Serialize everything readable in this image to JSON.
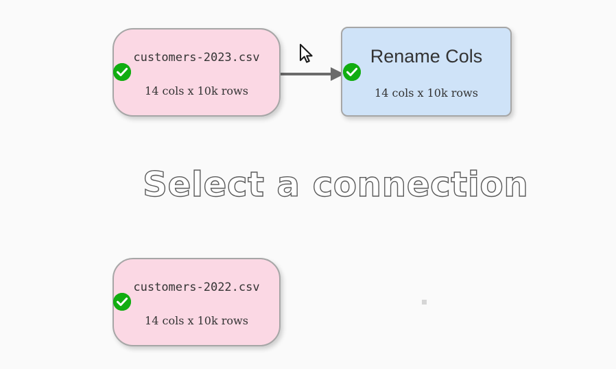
{
  "canvas": {
    "background_color": "#fafafa",
    "hint_text": "Select a connection",
    "hint_stroke_color": "#5a5a5a",
    "hint_fill_color": "#ffffff",
    "marker_color": "#d6d6d6",
    "cursor_name": "arrow-pointer"
  },
  "style": {
    "dataset_fill": "#fbd8e4",
    "transform_fill": "#cfe3f8",
    "node_border": "#a6a6a6",
    "edge_color": "#6b6b6b",
    "status_ok_color": "#11ad11",
    "text_color": "#333333"
  },
  "nodes": [
    {
      "id": "customers-2023",
      "kind": "dataset",
      "title": "customers-2023.csv",
      "subtitle": "14 cols x 10k rows",
      "status": "ok",
      "status_icon": "check-circle-icon"
    },
    {
      "id": "rename-cols",
      "kind": "transform",
      "title": "Rename Cols",
      "subtitle": "14 cols x 10k rows",
      "status": "ok",
      "status_icon": "check-circle-icon"
    },
    {
      "id": "customers-2022",
      "kind": "dataset",
      "title": "customers-2022.csv",
      "subtitle": "14 cols x 10k rows",
      "status": "ok",
      "status_icon": "check-circle-icon"
    }
  ],
  "edges": [
    {
      "id": "edge-1",
      "from": "customers-2023",
      "to": "rename-cols",
      "arrow_icon": "arrow-right-icon"
    }
  ]
}
